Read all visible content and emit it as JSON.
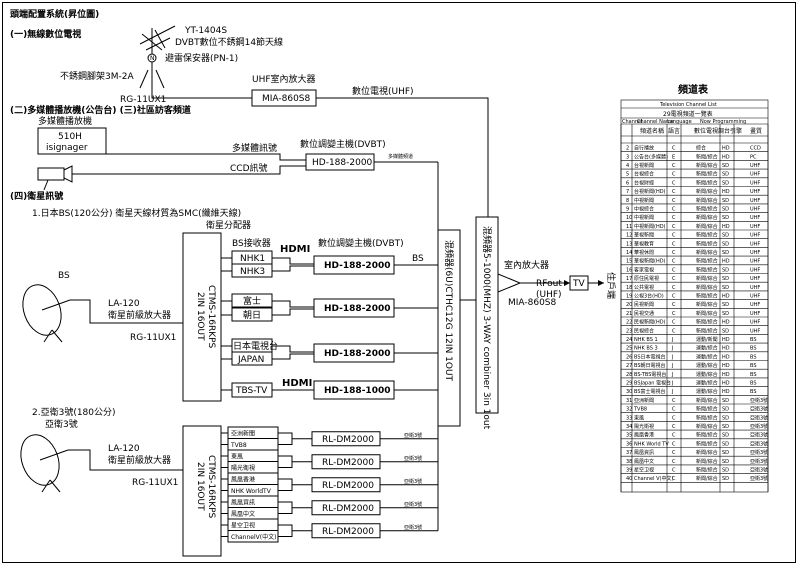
{
  "header": {
    "title": "頭端配置系統(昇位圖)",
    "sec1": "(一)無線數位電視",
    "ant_model": "YT-1404S",
    "ant_desc": "DVBT數位不銹鋼14節天線",
    "ant_pole": "不銹鋼腳架3M-2A",
    "arrester": "避雷保安器(PN-1)",
    "cable1": "RG-11UX1",
    "uhf_amp_label": "UHF室內放大器",
    "uhf_amp_model": "MIA-860S8",
    "dtv_uhf": "數位電視(UHF)"
  },
  "section2": {
    "title": "(二)多媒體播放機(公告台) (三)社區訪客頻道",
    "player_label": "多媒體播放機",
    "player_box": [
      "510H",
      "isignager"
    ],
    "mm_signal": "多媒體訊號",
    "ccd_signal": "CCD訊號",
    "modulator_label": "數位調變主機(DVBT)",
    "modulator_model": "HD-188-2000",
    "mm_channel": "多媒體頻道"
  },
  "section4": {
    "title": "(四)衛星訊號",
    "bs_title": "1.日本BS(120公分) 衛星天線材質為SMC(纖維天線)",
    "splitter_label": "衛星分配器",
    "bs_dish": "BS",
    "lnb_model": "LA-120",
    "lnb_label": "衛星前級放大器",
    "cable": "RG-11UX1",
    "splitter_box": [
      "2IN 16OUT",
      "CTMS-16RKPS"
    ],
    "receiver_label": "BS接收器",
    "hdmi": "HDMI",
    "dvbt_label": "數位調變主機(DVBT)",
    "bs_out": "BS",
    "receivers": [
      "NHK1",
      "NHK3",
      "富士",
      "朝日",
      "日本電視台",
      "JAPAN",
      "TBS-TV"
    ],
    "modulators": [
      "HD-188-2000",
      "HD-188-2000",
      "HD-188-2000",
      "HD-188-1000"
    ],
    "asia_title": "2.亞衛3號(180公分)",
    "asia_dish": "亞衛3號",
    "asia_channels": [
      "亞洲新聞",
      "TVB8",
      "東風",
      "陽光衛視",
      "鳳凰香港",
      "NHK WorldTV",
      "鳳凰資訊",
      "鳳凰中文",
      "星空卫视",
      "ChannelV(中文)"
    ],
    "asia_modulator": "RL-DM2000",
    "asia_out": "亞衛3號",
    "combiner1": "混頻器(6U)CTHC12G 12IN 1OUT",
    "combiner2": "混頻器5-1000(MHZ) 3-WAY combiner 3in 1out",
    "final_amp_label": "室內放大器",
    "final_amp_model": "MIA-860S8",
    "rf_out": "RFout",
    "rf_uhf": "(UHF)",
    "tv": "TV",
    "resident": "住戶端"
  },
  "channel_table": {
    "title": "頻道表",
    "header_en": "Television Channel List",
    "header_zh": "29電視頻道一覽表",
    "col_en": [
      "Channel",
      "Channel Name",
      "Language",
      "Now Programming"
    ],
    "col_zh": [
      "頻道名稱",
      "語言",
      "數位電視調台引擎",
      "畫質"
    ],
    "rows": [
      [
        "2",
        "自行播放",
        "C",
        "綜合",
        "HD",
        "CCD"
      ],
      [
        "3",
        "公告台(多媒體)",
        "E",
        "新聞/綜合",
        "HD",
        "PC"
      ],
      [
        "4",
        "台視新聞",
        "C",
        "新聞/綜合",
        "SD",
        "UHF"
      ],
      [
        "5",
        "台視綜合",
        "C",
        "新聞/綜合",
        "SD",
        "UHF"
      ],
      [
        "6",
        "台視財經",
        "C",
        "新聞/綜合",
        "SD",
        "UHF"
      ],
      [
        "7",
        "台視新聞(HD)",
        "C",
        "新聞/綜合",
        "HD",
        "UHF"
      ],
      [
        "8",
        "中視新聞",
        "C",
        "新聞/綜合",
        "SD",
        "UHF"
      ],
      [
        "9",
        "中視綜合",
        "C",
        "新聞/綜合",
        "SD",
        "UHF"
      ],
      [
        "10",
        "中視新聞",
        "C",
        "新聞/綜合",
        "SD",
        "UHF"
      ],
      [
        "11",
        "中視新聞(HD)",
        "C",
        "新聞/綜合",
        "HD",
        "UHF"
      ],
      [
        "12",
        "華視新聞",
        "C",
        "新聞/綜合",
        "SD",
        "UHF"
      ],
      [
        "13",
        "華視教育",
        "C",
        "新聞/綜合",
        "SD",
        "UHF"
      ],
      [
        "14",
        "華視休閒",
        "C",
        "新聞/綜合",
        "SD",
        "UHF"
      ],
      [
        "15",
        "華視新聞(HD)",
        "C",
        "新聞/綜合",
        "HD",
        "UHF"
      ],
      [
        "16",
        "客家電視",
        "C",
        "新聞/綜合",
        "SD",
        "UHF"
      ],
      [
        "17",
        "原住民電視",
        "C",
        "新聞/綜合",
        "SD",
        "UHF"
      ],
      [
        "18",
        "公共電視",
        "C",
        "新聞/綜合",
        "SD",
        "UHF"
      ],
      [
        "19",
        "公視3台(HD)",
        "C",
        "新聞/綜合",
        "HD",
        "UHF"
      ],
      [
        "20",
        "民視新聞",
        "C",
        "新聞/綜合",
        "SD",
        "UHF"
      ],
      [
        "21",
        "民視交通",
        "C",
        "新聞/綜合",
        "SD",
        "UHF"
      ],
      [
        "22",
        "民視新聞(HD)",
        "C",
        "新聞/綜合",
        "HD",
        "UHF"
      ],
      [
        "23",
        "民視綜合",
        "C",
        "新聞/綜合",
        "SD",
        "UHF"
      ],
      [
        "24",
        "NHK BS 1",
        "J",
        "運動/新聞",
        "HD",
        "BS"
      ],
      [
        "25",
        "NHK BS 3",
        "J",
        "運動/綜合",
        "HD",
        "BS"
      ],
      [
        "26",
        "BS日本電視台",
        "J",
        "運動/綜合",
        "HD",
        "BS"
      ],
      [
        "27",
        "BS朝日電視台",
        "J",
        "運動/綜合",
        "HD",
        "BS"
      ],
      [
        "28",
        "BS-TBS電視台",
        "J",
        "運動/綜合",
        "HD",
        "BS"
      ],
      [
        "29",
        "BSJapan 電視台",
        "J",
        "運動/綜合",
        "HD",
        "BS"
      ],
      [
        "30",
        "BS富士電視台",
        "J",
        "運動/綜合",
        "HD",
        "BS"
      ],
      [
        "31",
        "亞洲新聞",
        "C",
        "新聞/綜合",
        "SD",
        "亞衛3號"
      ],
      [
        "32",
        "TVB8",
        "C",
        "新聞/綜合",
        "SD",
        "亞衛3號"
      ],
      [
        "33",
        "東風",
        "C",
        "新聞/綜合",
        "SD",
        "亞衛3號"
      ],
      [
        "34",
        "陽光衛視",
        "C",
        "新聞/綜合",
        "SD",
        "亞衛3號"
      ],
      [
        "35",
        "鳳凰香港",
        "C",
        "新聞/綜合",
        "SD",
        "亞衛3號"
      ],
      [
        "36",
        "NHK World TV",
        "C",
        "新聞/綜合",
        "SD",
        "亞衛3號"
      ],
      [
        "37",
        "鳳凰資訊",
        "C",
        "新聞/綜合",
        "SD",
        "亞衛3號"
      ],
      [
        "38",
        "鳳凰中文",
        "C",
        "新聞/綜合",
        "SD",
        "亞衛3號"
      ],
      [
        "39",
        "星空卫视",
        "C",
        "新聞/綜合",
        "SD",
        "亞衛3號"
      ],
      [
        "40",
        "Channel V(中文)",
        "C",
        "新聞/綜合",
        "SD",
        "亞衛3號"
      ]
    ]
  }
}
